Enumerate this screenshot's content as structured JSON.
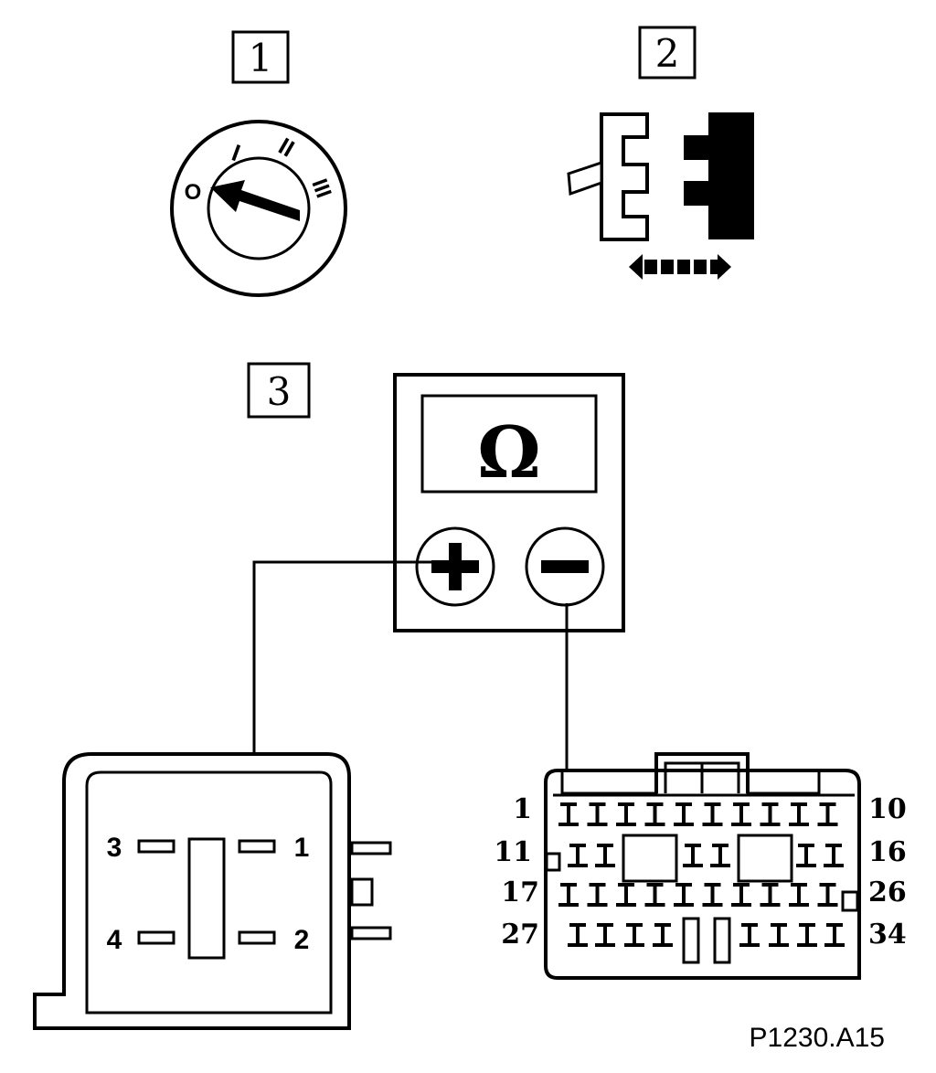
{
  "step_labels": {
    "step1": "1",
    "step2": "2",
    "step3": "3"
  },
  "ignition": {
    "pos0": "O",
    "pos1": "I",
    "pos2": "II",
    "pos3": "III"
  },
  "ohmmeter": {
    "unit": "Ω",
    "plus": "+",
    "minus": "−"
  },
  "relay_pins": {
    "p1": "1",
    "p2": "2",
    "p3": "3",
    "p4": "4"
  },
  "ecu_pins": {
    "r1_left": "1",
    "r1_right": "10",
    "r2_left": "11",
    "r2_right": "16",
    "r3_left": "17",
    "r3_right": "26",
    "r4_left": "27",
    "r4_right": "34"
  },
  "figure_code": "P1230.A15",
  "colors": {
    "ink": "#000000",
    "paper": "#ffffff"
  }
}
